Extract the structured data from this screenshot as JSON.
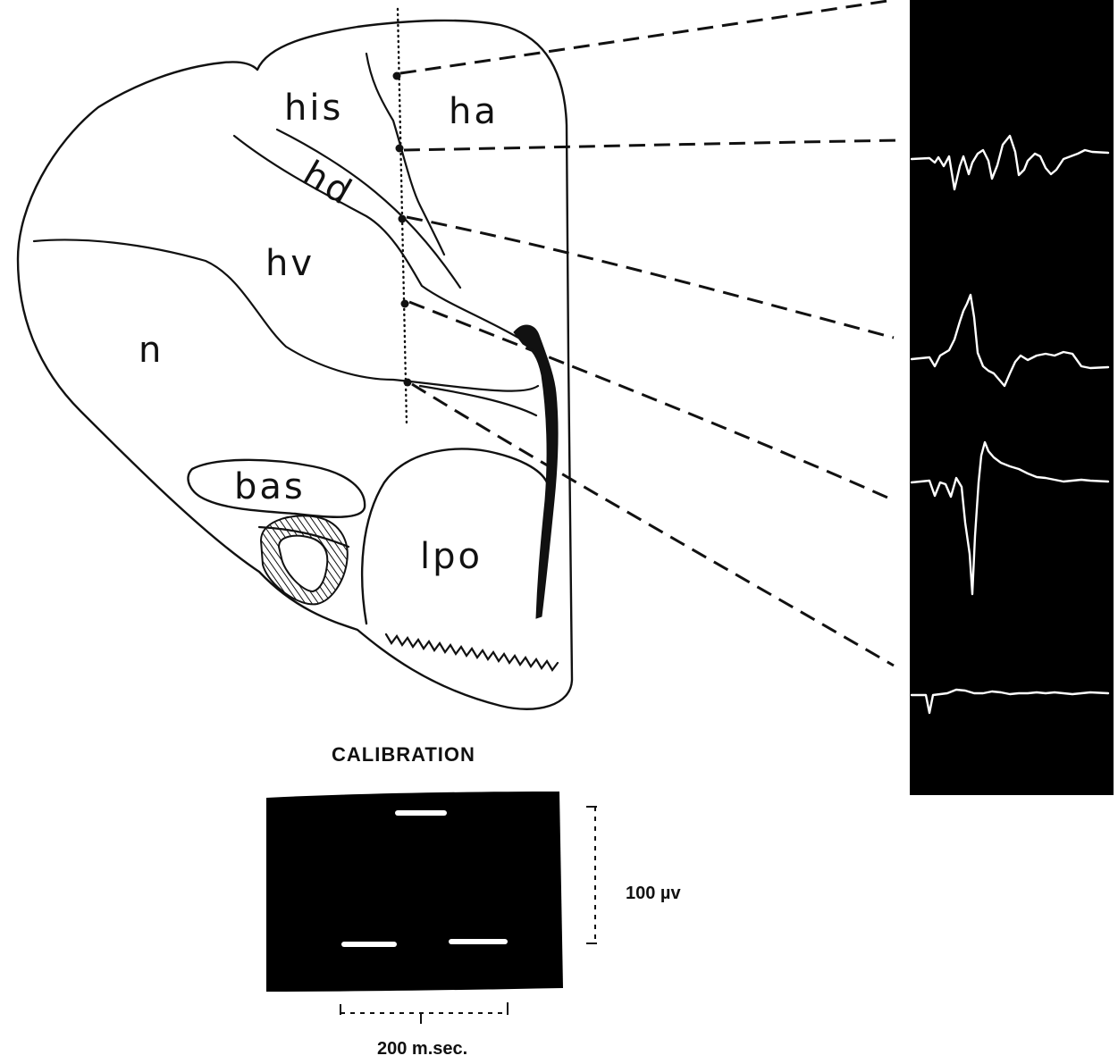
{
  "regions": {
    "his": "his",
    "ha": "ha",
    "hd": "hd",
    "hv": "hv",
    "n": "n",
    "bas": "bas",
    "lpo": "lpo"
  },
  "calibration": {
    "title": "CALIBRATION",
    "voltage": "100 µv",
    "time": "200 m.sec."
  },
  "colors": {
    "ink": "#111111",
    "background": "#ffffff",
    "panel": "#000000",
    "trace": "#ffffff"
  }
}
